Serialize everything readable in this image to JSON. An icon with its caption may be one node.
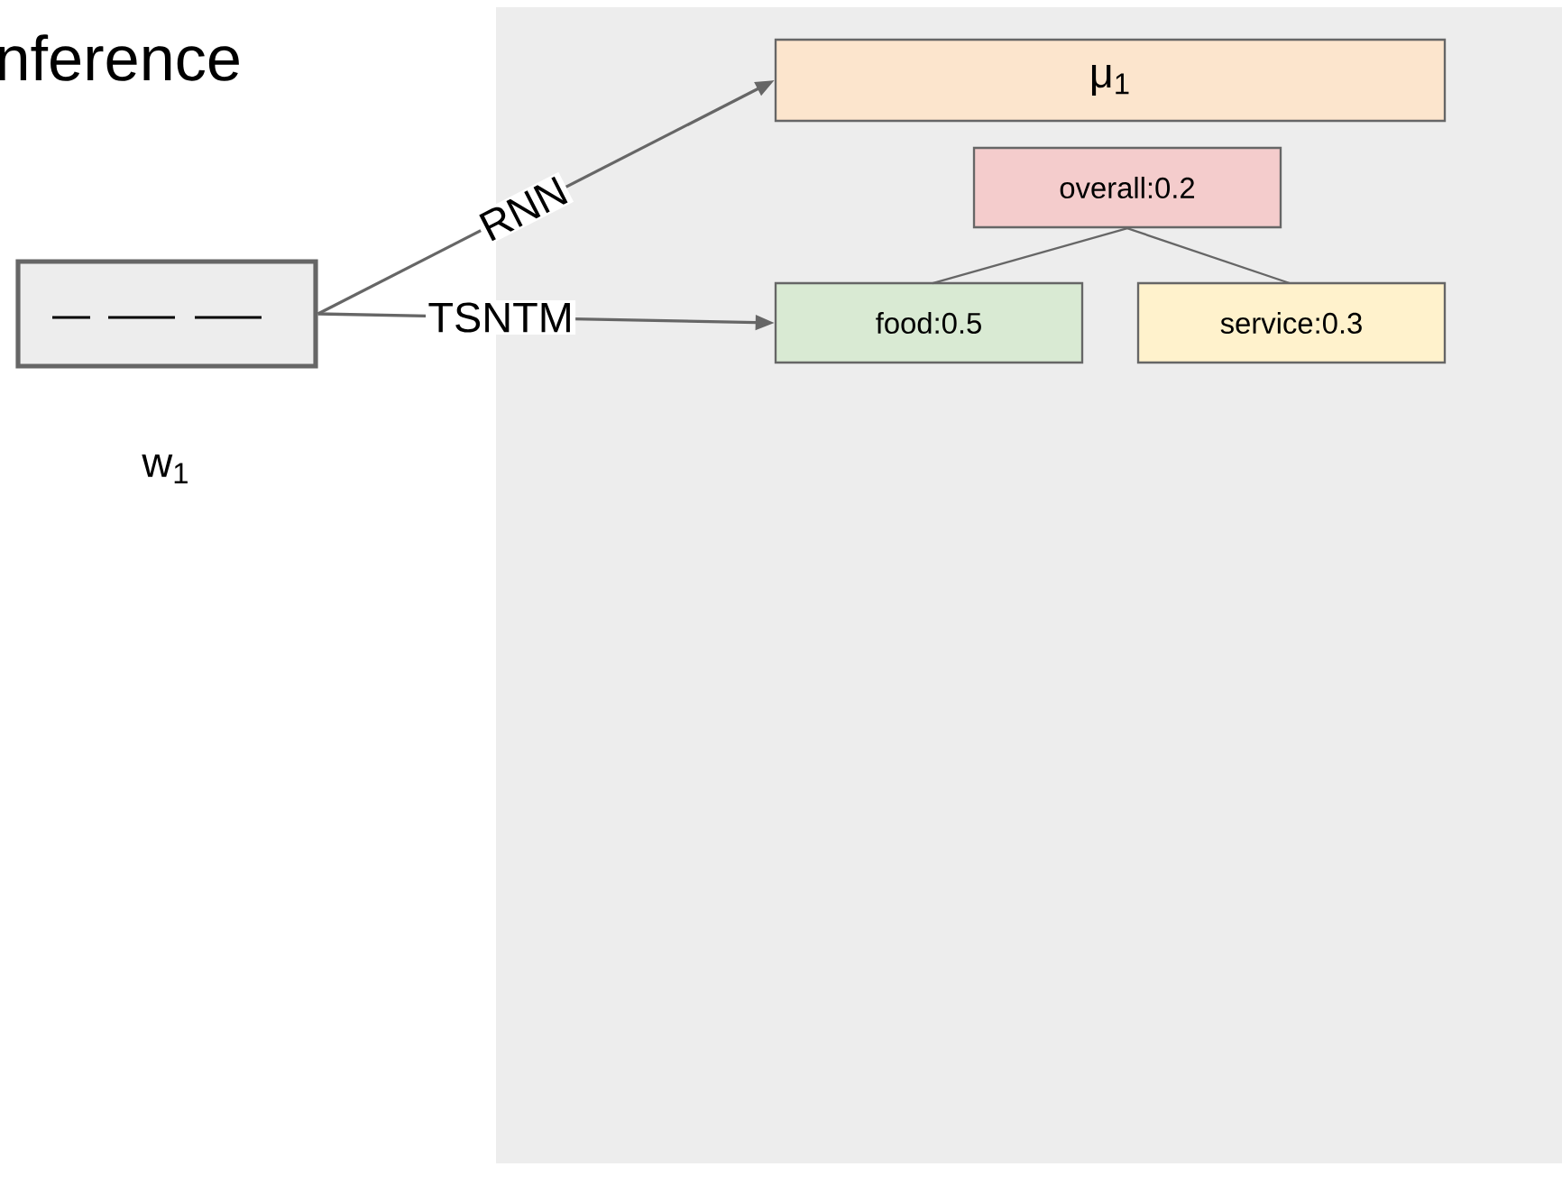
{
  "diagram": {
    "title": "nference",
    "nodes": [
      {
        "text": [],
        "shape": "box"
      },
      {
        "text": [],
        "shape": "box",
        "beside": [
          "w$_{1}$"
        ]
      },
      {
        "text": [
          "μ$_{1}$"
        ],
        "in": 0
      },
      {
        "text": [
          "overall:0.2"
        ],
        "in": 0
      },
      {
        "text": [
          "food:0.5"
        ],
        "in": 0
      },
      {
        "text": [
          "service:0.3"
        ],
        "in": 0
      }
    ],
    "edges": [
      {
        "from": 1,
        "to": 2,
        "arrow": "to",
        "label": "RNN"
      },
      {
        "from": 1,
        "to": 4,
        "arrow": "to",
        "label": "TSNTM"
      },
      {
        "from": 3,
        "to": 4,
        "arrow": "none"
      },
      {
        "from": 3,
        "to": 5,
        "arrow": "none"
      }
    ]
  }
}
